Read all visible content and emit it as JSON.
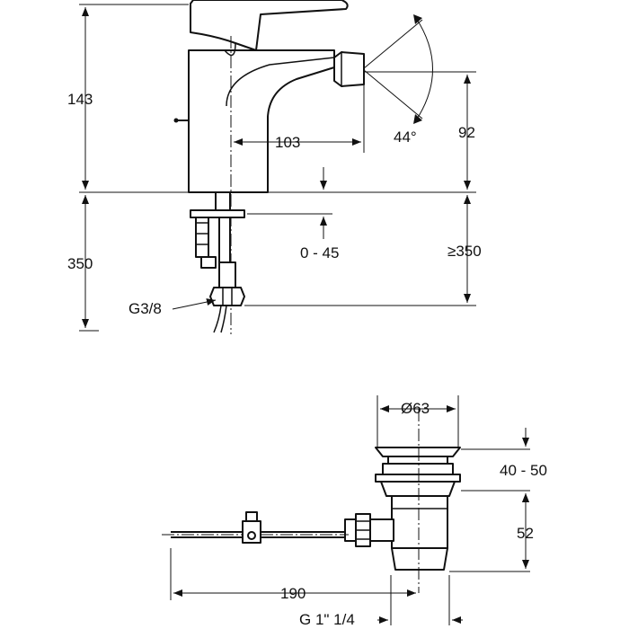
{
  "mixer": {
    "height_above_deck": "143",
    "pipe_length": "350",
    "spout_reach": "103",
    "spout_height": "92",
    "spray_angle": "44°",
    "deck_thickness": "0 - 45",
    "min_connection": "≥350",
    "connection_thread": "G3/8"
  },
  "waste": {
    "plug_diameter": "Ø63",
    "plug_lift": "40 - 50",
    "body_height": "52",
    "rod_length": "190",
    "outlet_thread": "G 1\" 1/4"
  }
}
